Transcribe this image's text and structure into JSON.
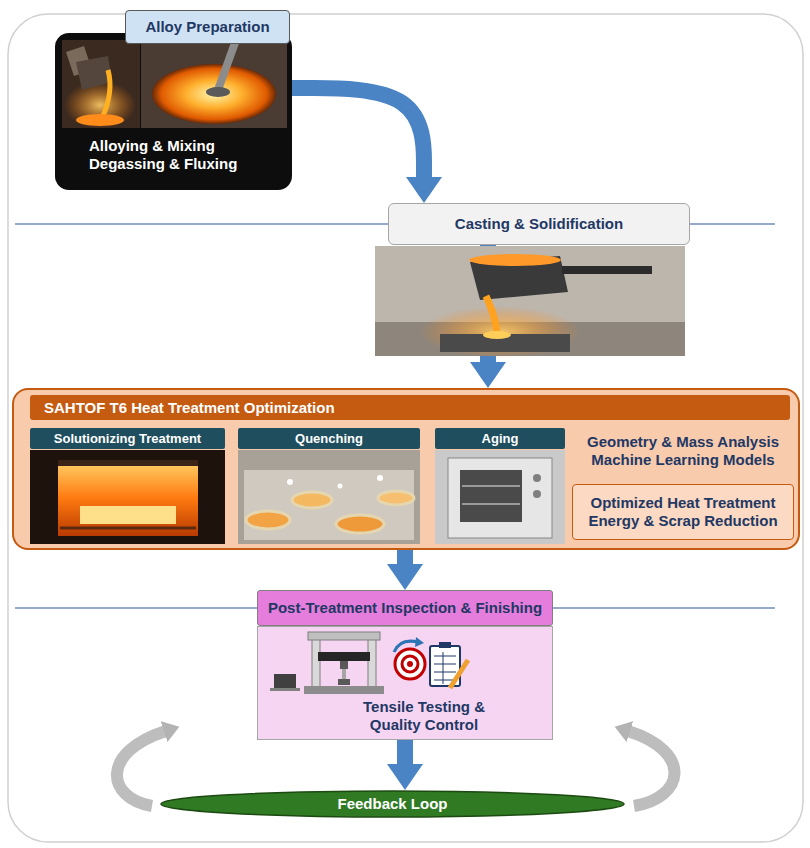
{
  "diagram": {
    "nodes": [
      {
        "text": [
          "Alloy Preparation"
        ]
      },
      {
        "text": [
          "Alloying & Mixing Degassing & Fluxing"
        ]
      },
      {
        "text": [
          "Casting & Solidification"
        ]
      },
      {
        "text": [
          "SAHTOF T6 Heat Treatment Optimization"
        ]
      },
      {
        "text": [
          "Solutionizing Treatment"
        ],
        "in": 3
      },
      {
        "text": [
          "Quenching"
        ],
        "in": 3
      },
      {
        "text": [
          "Aging"
        ],
        "in": 3
      },
      {
        "text": [
          "Geometry & Mass Analysis Machine Learning Models"
        ],
        "in": 3
      },
      {
        "text": [
          "Optimized Heat Treatment Energy & Scrap Reduction"
        ],
        "in": 3
      },
      {
        "text": [
          "Post-Treatment Inspection & Finishing"
        ]
      },
      {
        "text": [
          "Tensile Testing & Quality Control"
        ]
      },
      {
        "text": [
          "Feedback Loop"
        ]
      }
    ],
    "edges": [
      {
        "from": 1,
        "to": 2,
        "arrow": "to"
      },
      {
        "from": 2,
        "to": 3,
        "arrow": "to"
      },
      {
        "from": 3,
        "to": 9,
        "arrow": "to"
      },
      {
        "from": 10,
        "to": 11,
        "arrow": "to"
      }
    ]
  }
}
